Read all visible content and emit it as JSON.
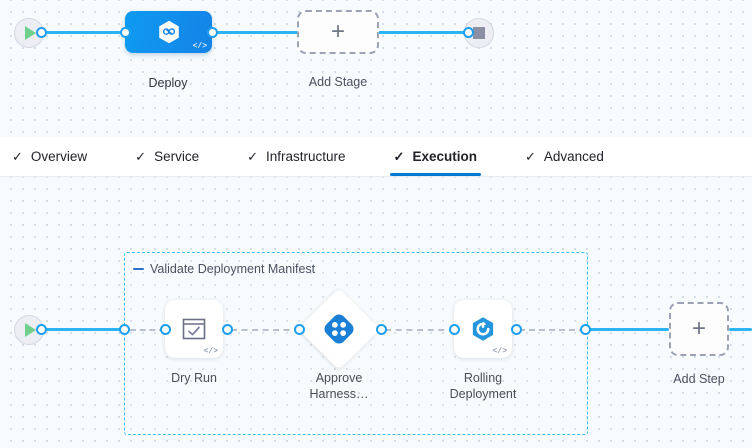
{
  "stage_canvas": {
    "name": "pipeline-stage-canvas",
    "start_node": {
      "icon": "play-icon"
    },
    "end_node": {
      "icon": "stop-icon"
    },
    "nodes": [
      {
        "id": "deploy",
        "label": "Deploy",
        "icon": "harness-hexagon-icon",
        "badge": "</>",
        "type": "stage"
      },
      {
        "id": "add-stage",
        "label": "Add Stage",
        "icon": "plus-icon",
        "type": "add"
      }
    ]
  },
  "tabs": {
    "check_glyph": "✓",
    "items": [
      {
        "id": "overview",
        "label": "Overview",
        "active": false
      },
      {
        "id": "service",
        "label": "Service",
        "active": false
      },
      {
        "id": "infrastructure",
        "label": "Infrastructure",
        "active": false
      },
      {
        "id": "execution",
        "label": "Execution",
        "active": true
      },
      {
        "id": "advanced",
        "label": "Advanced",
        "active": false
      }
    ]
  },
  "execution_canvas": {
    "name": "execution-step-canvas",
    "start_node": {
      "icon": "play-icon"
    },
    "group": {
      "label": "Validate Deployment Manifest",
      "collapse_icon": "minus-icon"
    },
    "steps": [
      {
        "id": "dry-run",
        "label": "Dry Run",
        "icon": "dry-run-checkbox-icon",
        "badge": "</>",
        "shape": "square"
      },
      {
        "id": "approve-harness",
        "label": "Approve\nHarness…",
        "icon": "harness-approval-icon",
        "shape": "diamond"
      },
      {
        "id": "rolling-deployment",
        "label": "Rolling\nDeployment",
        "icon": "rolling-deployment-icon",
        "badge": "</>",
        "shape": "square"
      }
    ],
    "add_step": {
      "label": "Add Step",
      "icon": "plus-icon"
    }
  },
  "colors": {
    "accent": "#0278d5",
    "connector": "#2ab4f5",
    "group_border": "#33c1f3",
    "stage_blue": "#1583e8",
    "play_green": "#6fd08c",
    "stop_gray": "#8b8fa3",
    "canvas_bg": "#f7fbfd"
  }
}
